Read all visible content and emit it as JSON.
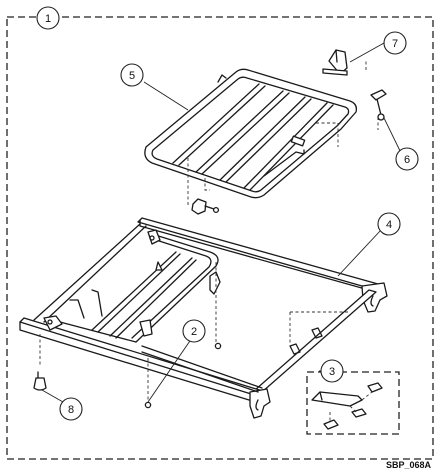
{
  "figure": {
    "reference_code": "SBP_068A",
    "callouts": [
      {
        "id": "c1",
        "label": "1"
      },
      {
        "id": "c2",
        "label": "2"
      },
      {
        "id": "c3",
        "label": "3"
      },
      {
        "id": "c4",
        "label": "4"
      },
      {
        "id": "c5",
        "label": "5"
      },
      {
        "id": "c6",
        "label": "6"
      },
      {
        "id": "c7",
        "label": "7"
      },
      {
        "id": "c8",
        "label": "8"
      }
    ]
  }
}
